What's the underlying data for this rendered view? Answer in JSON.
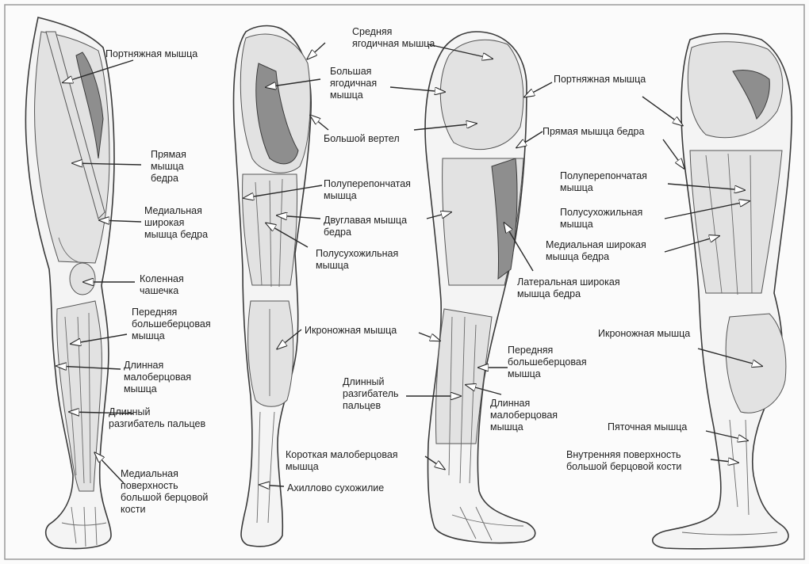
{
  "labels": {
    "front_sartorius": "Портняжная мышца",
    "front_rectus": "Прямая\nмышца\nбедра",
    "front_vastus_medialis": "Медиальная\nширокая\nмышца бедра",
    "front_patella": "Коленная\nчашечка",
    "front_tibialis_anterior": "Передняя\nбольшеберцовая\nмышца",
    "front_peroneus_longus": "Длинная\nмалоберцовая\nмышца",
    "front_extensor_digitorum": "Длинный\nразгибатель пальцев",
    "front_tibia_surface": "Медиальная\nповерхность\nбольшой берцовой\nкости",
    "back_gluteus_medius": "Средняя\nягодичная мышца",
    "back_gluteus_maximus": "Большая\nягодичная\nмышца",
    "back_trochanter": "Большой вертел",
    "back_semimembranosus": "Полуперепончатая\nмышца",
    "back_biceps_femoris": "Двуглавая мышца\nбедра",
    "back_semitendinosus": "Полусухожильная\nмышца",
    "back_gastrocnemius": "Икроножная мышца",
    "side_extensor_digitorum": "Длинный\nразгибатель\nпальцев",
    "side_peroneus_brevis": "Короткая малоберцовая\nмышца",
    "back_achilles": "Ахиллово сухожилие",
    "side_vastus_lateralis": "Латеральная широкая\nмышца бедра",
    "side_tibialis_anterior": "Передняя\nбольшеберцовая\nмышца",
    "side_peroneus_longus": "Длинная\nмалоберцовая\nмышца",
    "medial_sartorius": "Портняжная мышца",
    "medial_rectus": "Прямая мышца бедра",
    "medial_semimembranosus": "Полуперепончатая\nмышца",
    "medial_semitendinosus": "Полусухожильная\nмышца",
    "medial_vastus_medialis": "Медиальная широкая\nмышца бедра",
    "medial_gastrocnemius": "Икроножная мышца",
    "medial_soleus": "Пяточная мышца",
    "medial_tibia_surface": "Внутренняя поверхность\nбольшой берцовой кости"
  }
}
